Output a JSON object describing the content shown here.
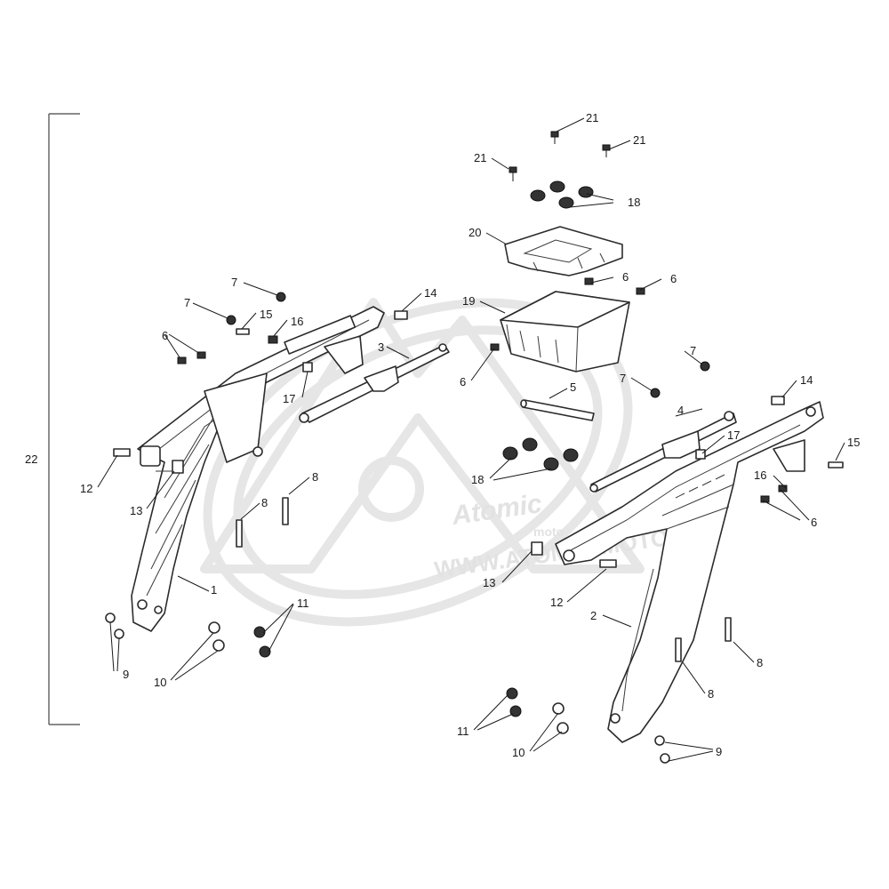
{
  "diagram": {
    "assembly_label": "22",
    "watermark": {
      "logo_text": "Atomic",
      "logo_sub": "moto",
      "url_text": "WWW.ATOMIC-MOTO.FR"
    },
    "callouts": {
      "c1": "1",
      "c2": "2",
      "c3": "3",
      "c4": "4",
      "c5": "5",
      "c6a": "6",
      "c6b": "6",
      "c6c": "6",
      "c6d": "6",
      "c6e": "6",
      "c7a": "7",
      "c7b": "7",
      "c7c": "7",
      "c7d": "7",
      "c8a": "8",
      "c8b": "8",
      "c8c": "8",
      "c8d": "8",
      "c9a": "9",
      "c9b": "9",
      "c10a": "10",
      "c10b": "10",
      "c11a": "11",
      "c11b": "11",
      "c12a": "12",
      "c12b": "12",
      "c13a": "13",
      "c13b": "13",
      "c14a": "14",
      "c14b": "14",
      "c15a": "15",
      "c15b": "15",
      "c16a": "16",
      "c16b": "16",
      "c17a": "17",
      "c17b": "17",
      "c18a": "18",
      "c18b": "18",
      "c19": "19",
      "c20": "20",
      "c21a": "21",
      "c21b": "21",
      "c21c": "21"
    }
  }
}
